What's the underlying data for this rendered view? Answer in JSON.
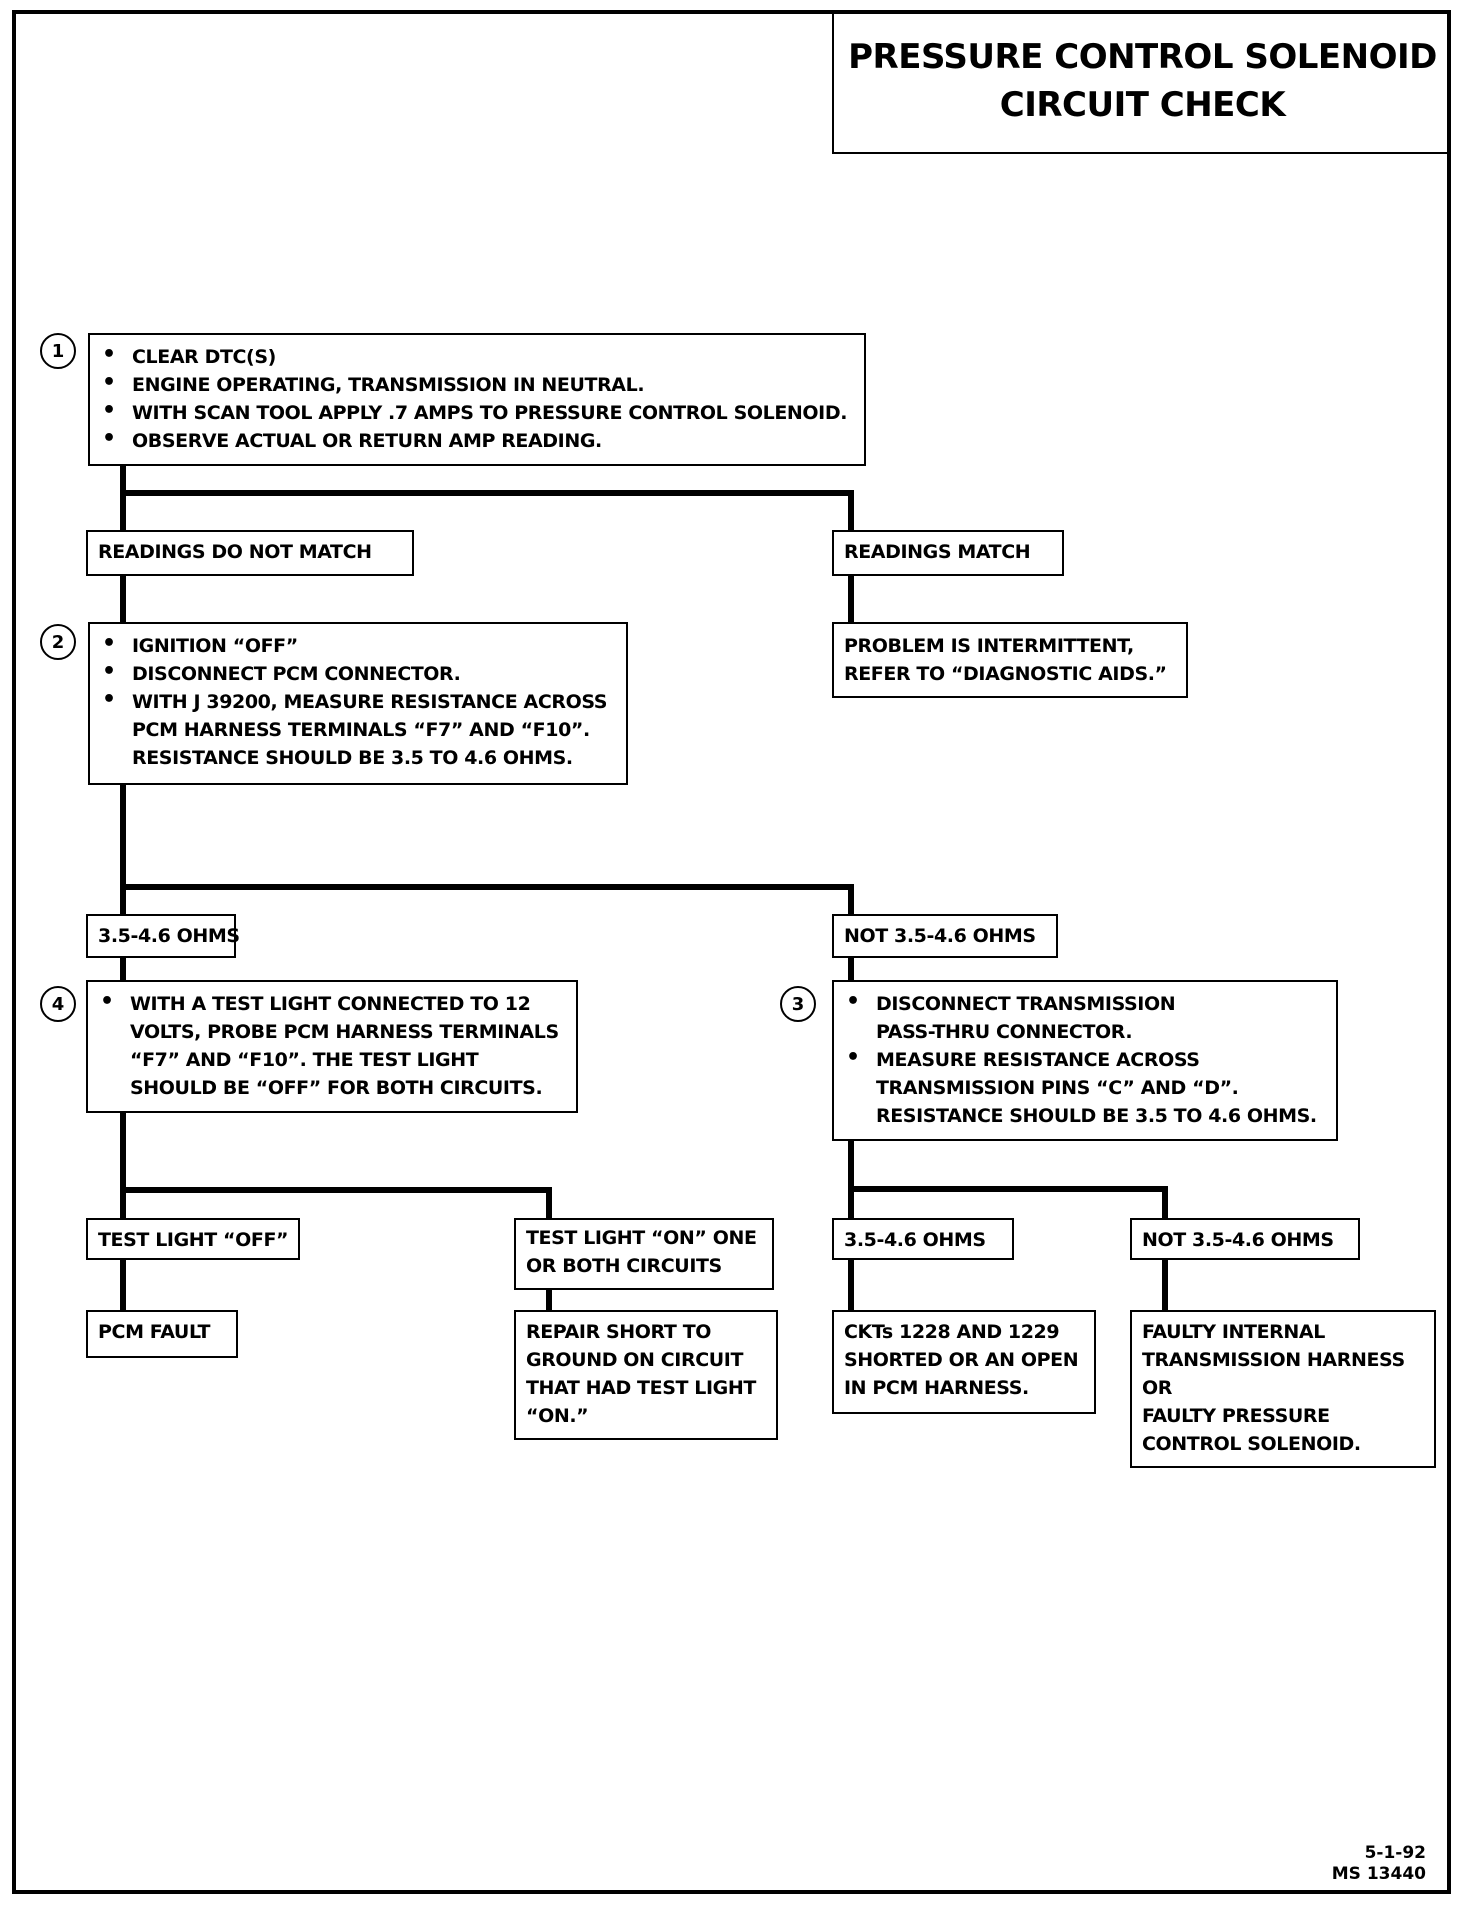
{
  "title": [
    "PRESSURE CONTROL SOLENOID",
    "CIRCUIT CHECK"
  ],
  "step1": {
    "number": "1",
    "bullets": [
      "CLEAR DTC(S)",
      "ENGINE OPERATING, TRANSMISSION IN NEUTRAL.",
      "WITH SCAN TOOL APPLY .7 AMPS TO PRESSURE CONTROL SOLENOID.",
      "OBSERVE ACTUAL OR RETURN AMP READING."
    ]
  },
  "branch1": {
    "left": "READINGS DO NOT MATCH",
    "right": "READINGS MATCH"
  },
  "intermittent": [
    "PROBLEM IS INTERMITTENT,",
    "REFER TO “DIAGNOSTIC AIDS.”"
  ],
  "step2": {
    "number": "2",
    "bullets": [
      [
        "IGNITION “OFF”"
      ],
      [
        "DISCONNECT PCM CONNECTOR."
      ],
      [
        "WITH J 39200, MEASURE RESISTANCE ACROSS",
        "PCM HARNESS TERMINALS “F7” AND “F10”.",
        "RESISTANCE SHOULD BE 3.5 TO 4.6 OHMS."
      ]
    ]
  },
  "branch2": {
    "left": "3.5-4.6 OHMS",
    "right": "NOT 3.5-4.6 OHMS"
  },
  "step4": {
    "number": "4",
    "lines": [
      "WITH A TEST LIGHT CONNECTED TO 12",
      "VOLTS, PROBE PCM HARNESS TERMINALS",
      "“F7” AND “F10”.  THE TEST LIGHT",
      "SHOULD BE “OFF” FOR BOTH CIRCUITS."
    ]
  },
  "step3": {
    "number": "3",
    "bullets": [
      [
        "DISCONNECT TRANSMISSION",
        "PASS-THRU CONNECTOR."
      ],
      [
        "MEASURE RESISTANCE ACROSS",
        "TRANSMISSION PINS “C” AND “D”.",
        "RESISTANCE SHOULD BE 3.5 TO 4.6 OHMS."
      ]
    ]
  },
  "branch4": {
    "left": "TEST LIGHT “OFF”",
    "right": [
      "TEST LIGHT “ON” ONE",
      "OR BOTH CIRCUITS"
    ]
  },
  "branch3": {
    "left": "3.5-4.6 OHMS",
    "right": "NOT 3.5-4.6 OHMS"
  },
  "results": {
    "pcm_fault": "PCM FAULT",
    "repair_short": [
      "REPAIR SHORT TO",
      "GROUND ON CIRCUIT",
      "THAT HAD TEST LIGHT",
      "“ON.”"
    ],
    "ckts_shorted": [
      "CKTs 1228 AND 1229",
      "SHORTED OR AN OPEN",
      "IN PCM HARNESS."
    ],
    "faulty_internal": [
      "FAULTY INTERNAL",
      "TRANSMISSION HARNESS",
      "OR",
      "FAULTY PRESSURE",
      "CONTROL SOLENOID."
    ]
  },
  "footer": {
    "date": "5-1-92",
    "code": "MS 13440"
  }
}
